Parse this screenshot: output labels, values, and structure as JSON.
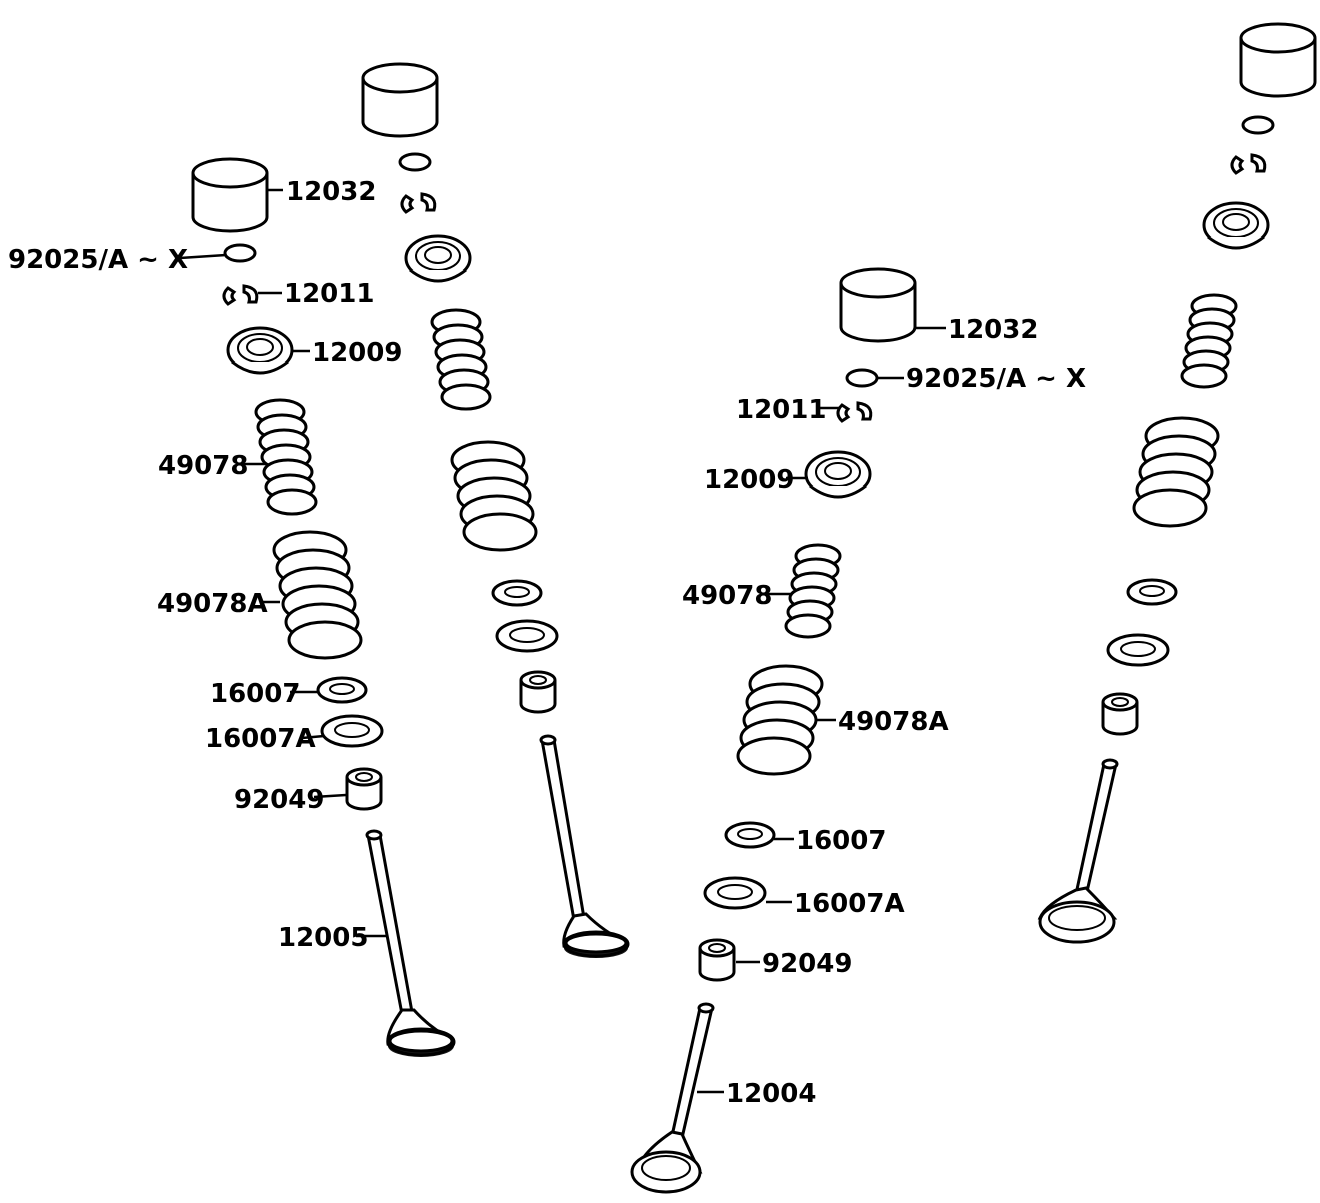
{
  "labels": {
    "a_12032": "12032",
    "a_92025": "92025/A ~ X",
    "a_12011": "12011",
    "a_12009": "12009",
    "a_49078": "49078",
    "a_49078A": "49078A",
    "a_16007": "16007",
    "a_16007A": "16007A",
    "a_92049": "92049",
    "a_12005": "12005",
    "b_12032": "12032",
    "b_92025": "92025/A ~ X",
    "b_12011": "12011",
    "b_12009": "12009",
    "b_49078": "49078",
    "b_49078A": "49078A",
    "b_16007": "16007",
    "b_16007A": "16007A",
    "b_92049": "92049",
    "b_12004": "12004"
  }
}
